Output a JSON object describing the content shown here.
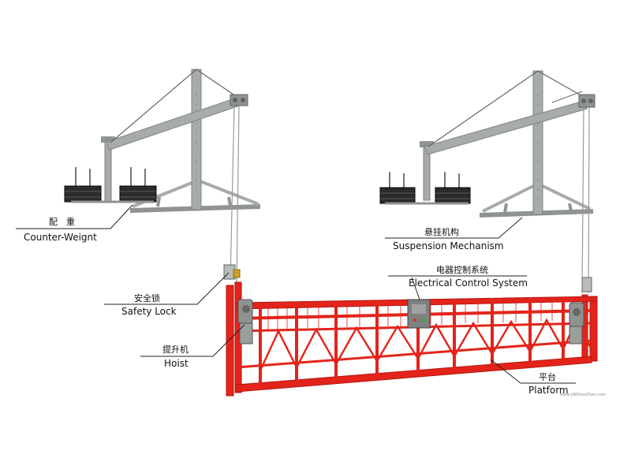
{
  "colors": {
    "frame": "#a7aba9",
    "frame_dark": "#7f8482",
    "weight": "#2b2b2b",
    "platform": "#e3241b",
    "platform_dark": "#b3160f",
    "cable": "#9a9a9a",
    "leader": "#222222"
  },
  "labels": {
    "counterweight": {
      "zh": "配　重",
      "en": "Counter-Weignt"
    },
    "suspension": {
      "zh": "悬挂机构",
      "en": "Suspension Mechanism"
    },
    "electrical": {
      "zh": "电器控制系统",
      "en": "Electrical Control System"
    },
    "safety_lock": {
      "zh": "安全锁",
      "en": "Safety Lock"
    },
    "hoist": {
      "zh": "提升机",
      "en": "Hoist"
    },
    "platform": {
      "zh": "平台",
      "en": "Platform"
    }
  },
  "watermark": "www.yNShenZhen.com"
}
